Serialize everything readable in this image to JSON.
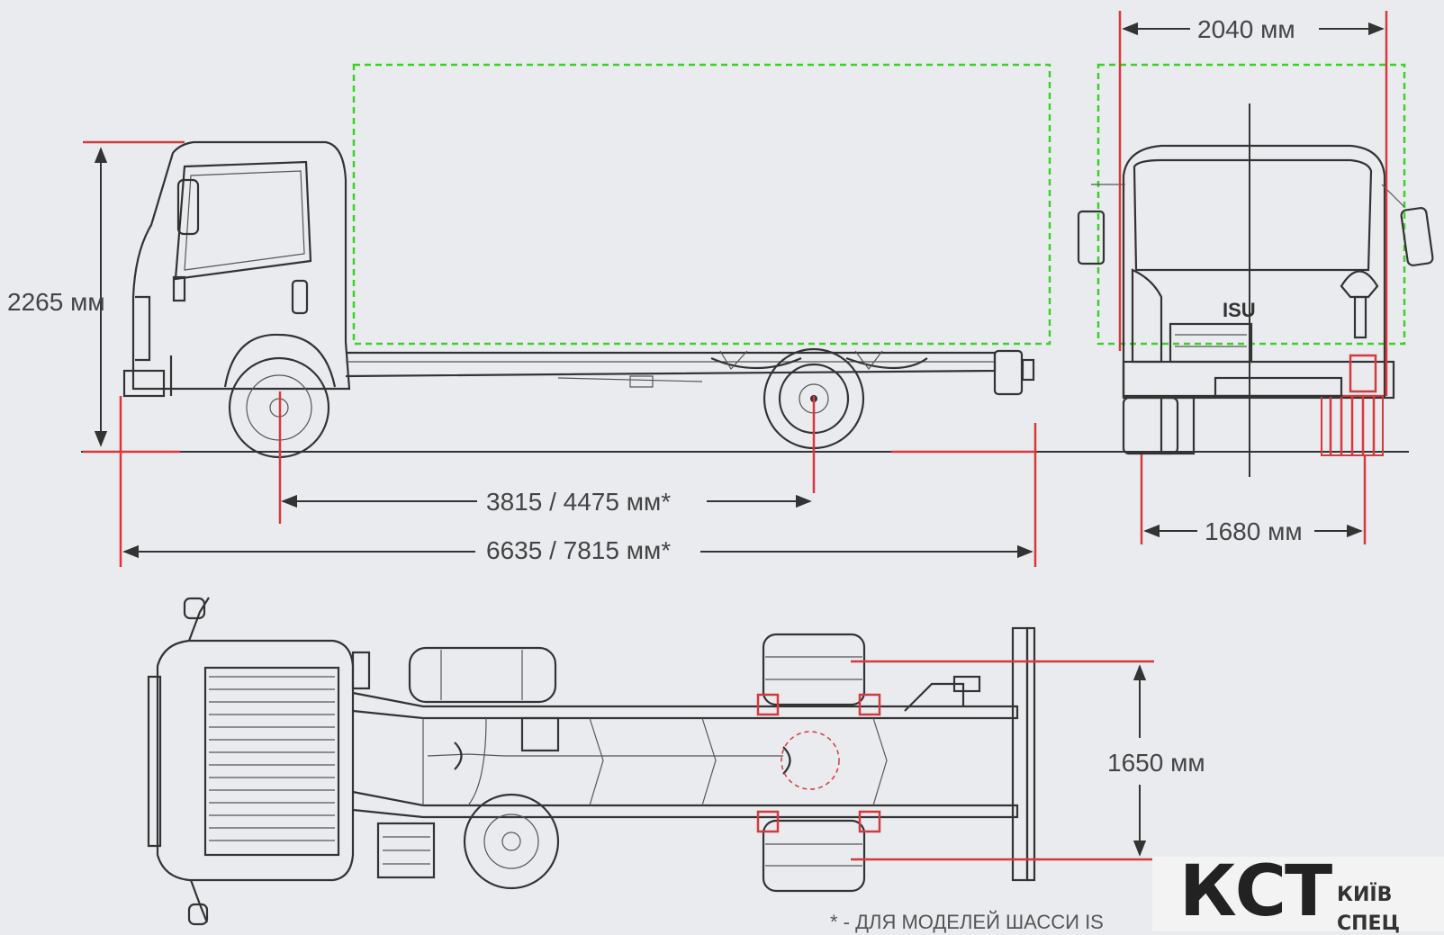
{
  "dimensions": {
    "height": "2265 мм",
    "wheelbase": "3815  / 4475 мм*",
    "overall_length": "6635 / 7815 мм*",
    "overall_width": "2040 мм",
    "rear_track": "1680 мм",
    "frame_width": "1650 мм"
  },
  "footnote": "* - ДЛЯ МОДЕЛЕЙ ШАССИ IS",
  "grille_badge": "ISU",
  "logo": {
    "brand": "КСТ",
    "city": "КИЇВ",
    "word": "СПЕЦ"
  },
  "colors": {
    "dimension_lines": "#d9373b",
    "body_outline": "#3fcf2a",
    "background": "#e9ebef"
  }
}
